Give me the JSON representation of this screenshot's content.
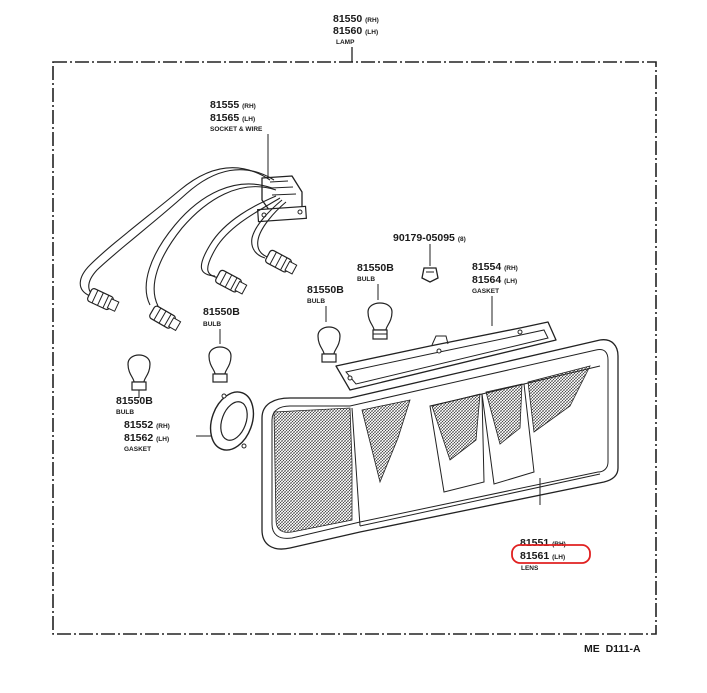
{
  "lamp": {
    "part_rh": "81550",
    "rh": "(RH)",
    "part_lh": "81560",
    "lh": "(LH)",
    "name": "LAMP"
  },
  "socket_wire": {
    "part_rh": "81555",
    "rh": "(RH)",
    "part_lh": "81565",
    "lh": "(LH)",
    "name": "SOCKET & WIRE"
  },
  "screw": {
    "part": "90179-05095",
    "qty": "(8)"
  },
  "bulb_a": {
    "part": "81550B",
    "name": "BULB"
  },
  "bulb_b": {
    "part": "81550B",
    "name": "BULB"
  },
  "bulb_c": {
    "part": "81550B",
    "name": "BULB"
  },
  "bulb_d": {
    "part": "81550B",
    "name": "BULB"
  },
  "gasket_lens": {
    "part_rh": "81554",
    "rh": "(RH)",
    "part_lh": "81564",
    "lh": "(LH)",
    "name": "GASKET"
  },
  "gasket_ring": {
    "part_rh": "81552",
    "rh": "(RH)",
    "part_lh": "81562",
    "lh": "(LH)",
    "name": "GASKET"
  },
  "lens": {
    "part_rh": "81551",
    "rh": "(RH)",
    "part_lh": "81561",
    "lh": "(LH)",
    "name": "LENS"
  },
  "diagram_code": "ME  D111-A",
  "colors": {
    "ink": "#222222",
    "highlight": "#e02020",
    "background": "#ffffff"
  }
}
